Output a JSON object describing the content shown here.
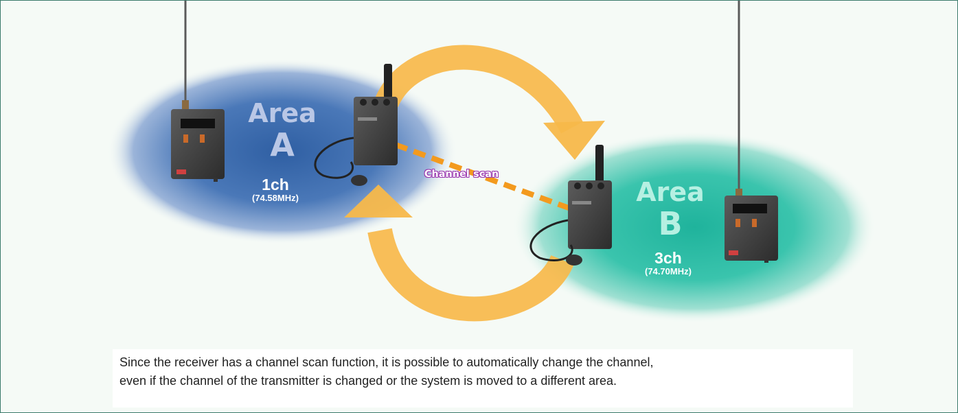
{
  "area_a": {
    "word": "Area",
    "letter": "A",
    "channel": "1ch",
    "frequency": "(74.58MHz)"
  },
  "area_b": {
    "word": "Area",
    "letter": "B",
    "channel": "3ch",
    "frequency": "(74.70MHz)"
  },
  "scan_label": "Channel scan",
  "caption_lines": [
    "Since the receiver has a channel scan function, it is possible to automatically change the channel,",
    "even if the channel of the transmitter is changed or the system is moved to a different area."
  ],
  "colors": {
    "area_a": "#3f6fb0",
    "area_b": "#2fbfa7",
    "arrow": "#f7b84a",
    "scan_dash": "#f39a1e",
    "scan_text_outline": "#9b39b0",
    "frame_border": "#3a7a6a"
  },
  "icons": [
    "transmitter-device",
    "receiver-device",
    "cycle-arrows"
  ]
}
